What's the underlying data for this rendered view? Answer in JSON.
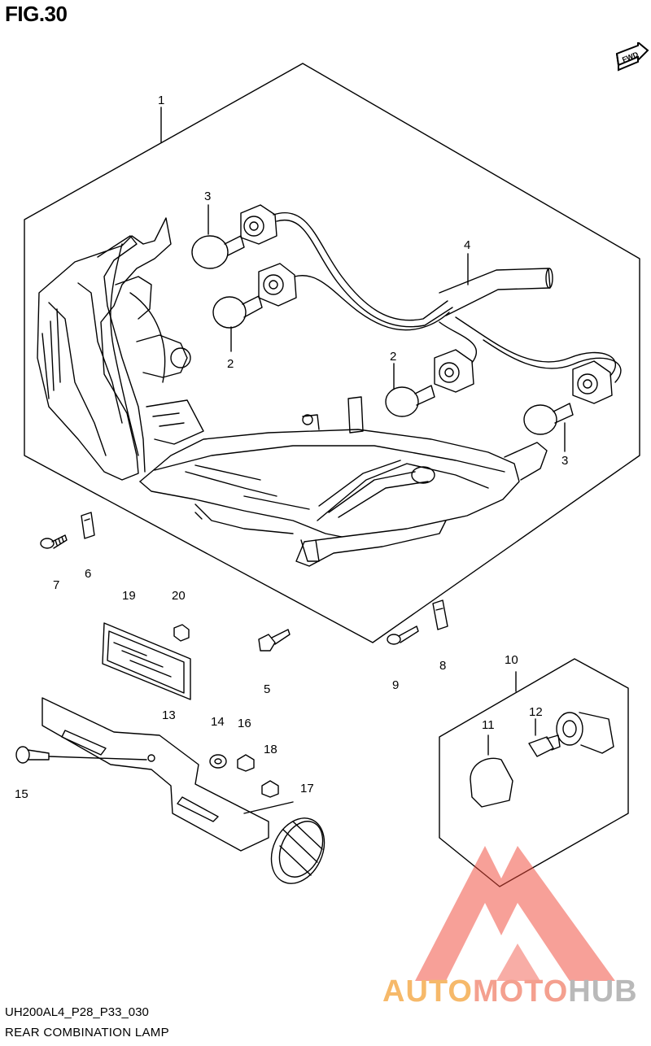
{
  "figure": {
    "title": "FIG.30",
    "forward_label": "FWD"
  },
  "callouts": {
    "c1": "1",
    "c2a": "2",
    "c2b": "2",
    "c3a": "3",
    "c3b": "3",
    "c4": "4",
    "c5": "5",
    "c6": "6",
    "c7": "7",
    "c8": "8",
    "c9": "9",
    "c10": "10",
    "c11": "11",
    "c12": "12",
    "c13": "13",
    "c14": "14",
    "c15": "15",
    "c16": "16",
    "c17": "17",
    "c18": "18",
    "c19": "19",
    "c20": "20"
  },
  "footer": {
    "code": "UH200AL4_P28_P33_030",
    "name": "REAR COMBINATION LAMP"
  },
  "watermark": {
    "part1": "AUTO",
    "part2": "MOTO",
    "part3": "HUB"
  },
  "colors": {
    "line": "#000000",
    "watermark_red": "#f04a3a",
    "watermark_orange": "#f6b96a"
  }
}
